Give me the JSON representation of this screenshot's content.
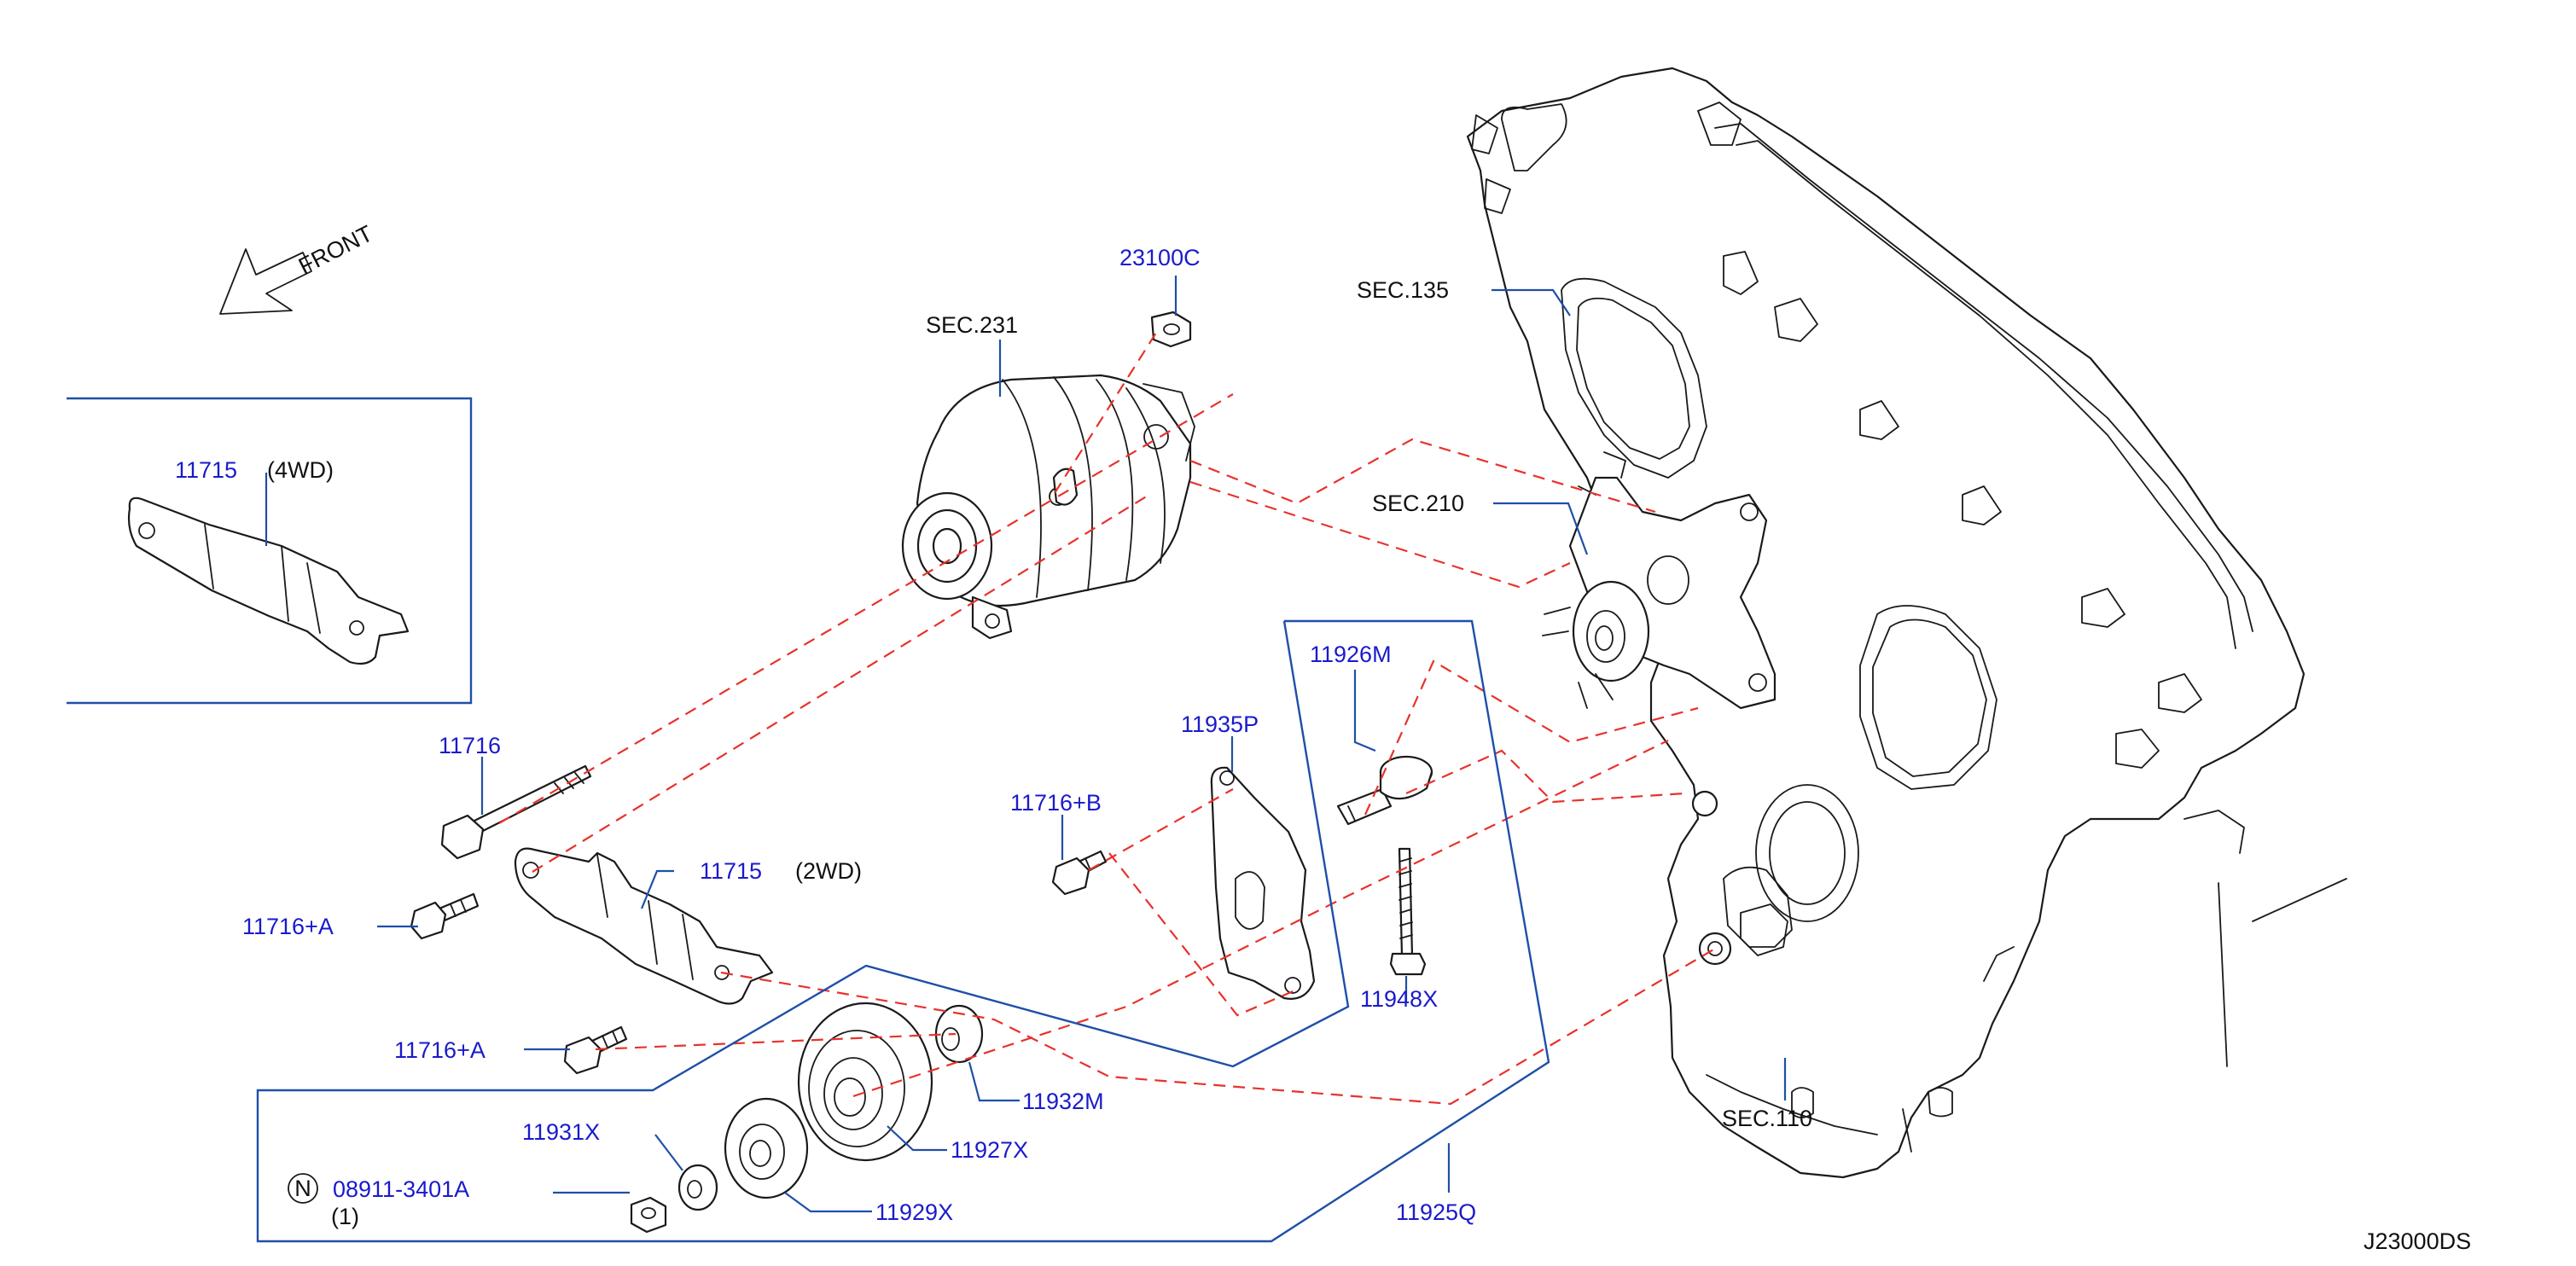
{
  "diagram_code": "J23000DS",
  "front_indicator": "FRONT",
  "colors": {
    "part_number": "#1a1acc",
    "callout_line": "#1f4fa8",
    "dashed_alignment": "#e8322c",
    "outline": "#1a1a1a"
  },
  "labels": {
    "p23100c": "23100C",
    "sec231": "SEC.231",
    "sec135": "SEC.135",
    "sec210": "SEC.210",
    "sec110": "SEC.110",
    "p11715_4wd": "11715",
    "note_4wd": "(4WD)",
    "p11716": "11716",
    "p11716a_1": "11716+A",
    "p11715_2wd": "11715",
    "note_2wd": "(2WD)",
    "p11716a_2": "11716+A",
    "p11935p": "11935P",
    "p11716b": "11716+B",
    "p11926m": "11926M",
    "p11948x": "11948X",
    "p11932m": "11932M",
    "p11931x": "11931X",
    "p11927x": "11927X",
    "p08911": "08911-3401A",
    "qty_note": "(1)",
    "nut_symbol": "N",
    "p11929x": "11929X",
    "p11925q": "11925Q"
  }
}
